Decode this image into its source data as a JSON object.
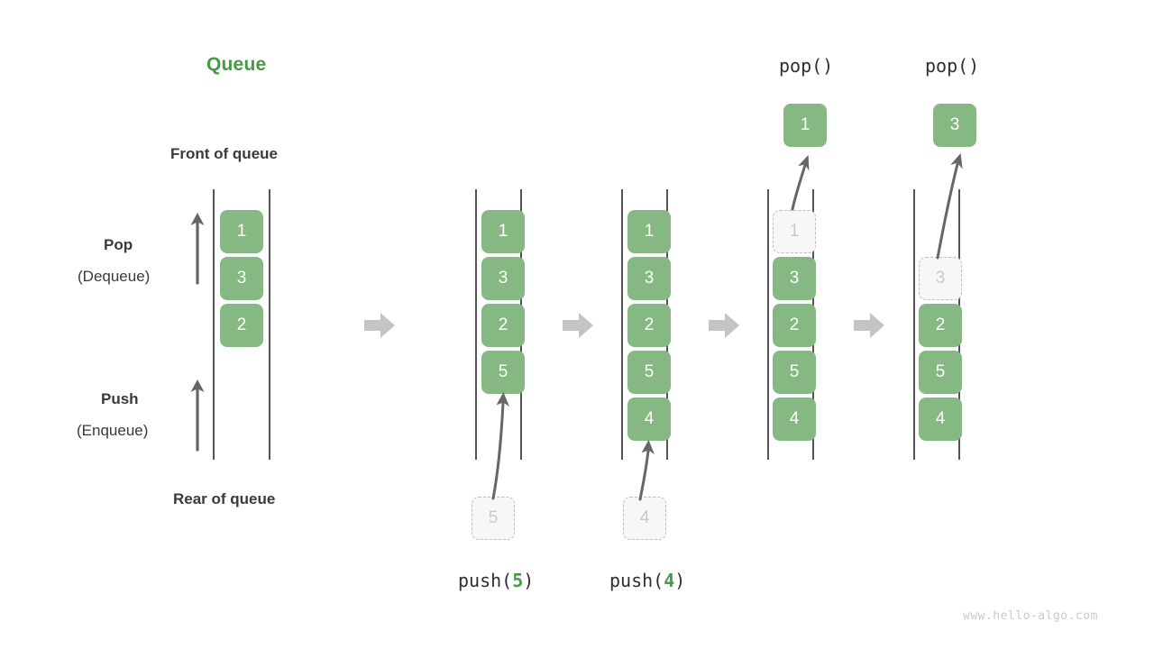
{
  "diagram": {
    "title": "Queue",
    "watermark": "www.hello-algo.com",
    "labels": {
      "front": "Front of queue",
      "rear": "Rear of queue",
      "pop_title": "Pop",
      "pop_sub": "(Dequeue)",
      "push_title": "Push",
      "push_sub": "(Enqueue)"
    },
    "colors": {
      "accent_green": "#469a46",
      "box_green": "#85b883",
      "box_text": "#ffffff",
      "ghost_fill": "#f7f7f7",
      "ghost_border": "#bdbdbd",
      "ghost_text": "#c9c9c9",
      "rail": "#555555",
      "arrow_gray": "#c4c4c4",
      "thin_arrow": "#666666",
      "text_dark": "#3a3a3a",
      "watermark_gray": "#c9c9c9"
    },
    "operations": {
      "push5_prefix": "push(",
      "push5_arg": "5",
      "push5_suffix": ")",
      "push4_prefix": "push(",
      "push4_arg": "4",
      "push4_suffix": ")",
      "pop1_label": "pop()",
      "pop2_label": "pop()"
    },
    "states": [
      {
        "name": "initial",
        "items": [
          {
            "value": "1",
            "ghost": false
          },
          {
            "value": "3",
            "ghost": false
          },
          {
            "value": "2",
            "ghost": false
          }
        ]
      },
      {
        "name": "after-push-5",
        "items": [
          {
            "value": "1",
            "ghost": false
          },
          {
            "value": "3",
            "ghost": false
          },
          {
            "value": "2",
            "ghost": false
          },
          {
            "value": "5",
            "ghost": false
          }
        ],
        "incoming": {
          "value": "5",
          "ghost": true
        }
      },
      {
        "name": "after-push-4",
        "items": [
          {
            "value": "1",
            "ghost": false
          },
          {
            "value": "3",
            "ghost": false
          },
          {
            "value": "2",
            "ghost": false
          },
          {
            "value": "5",
            "ghost": false
          },
          {
            "value": "4",
            "ghost": false
          }
        ],
        "incoming": {
          "value": "4",
          "ghost": true
        }
      },
      {
        "name": "after-pop-1",
        "items": [
          {
            "value": "1",
            "ghost": true
          },
          {
            "value": "3",
            "ghost": false
          },
          {
            "value": "2",
            "ghost": false
          },
          {
            "value": "5",
            "ghost": false
          },
          {
            "value": "4",
            "ghost": false
          }
        ],
        "outgoing": {
          "value": "1",
          "ghost": false
        }
      },
      {
        "name": "after-pop-3",
        "items": [
          {
            "value": "3",
            "ghost": true
          },
          {
            "value": "2",
            "ghost": false
          },
          {
            "value": "5",
            "ghost": false
          },
          {
            "value": "4",
            "ghost": false
          }
        ],
        "outgoing": {
          "value": "3",
          "ghost": false
        }
      }
    ]
  }
}
